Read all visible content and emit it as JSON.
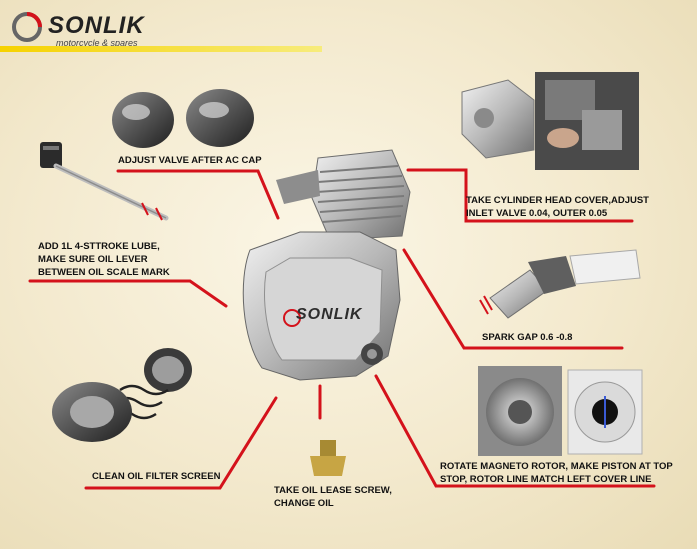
{
  "brand": {
    "name": "SONLIK",
    "tagline": "motorcycle & spares",
    "engine_case_text": "SONLIK"
  },
  "colors": {
    "accent_line": "#d4121b",
    "top_bar": "#f6d200",
    "background": "#f5ecd3"
  },
  "annotations": [
    {
      "id": "valve",
      "text": "ADJUST VALVE AFTER AC CAP"
    },
    {
      "id": "head",
      "text": "TAKE CYLINDER HEAD COVER,ADJUST\nINLET VALVE 0.04, OUTER 0.05"
    },
    {
      "id": "oil",
      "text": "ADD 1L 4-STTROKE  LUBE,\nMAKE SURE OIL LEVER\nBETWEEN OIL  SCALE MARK"
    },
    {
      "id": "spark",
      "text": "SPARK GAP 0.6 -0.8"
    },
    {
      "id": "filter",
      "text": "CLEAN OIL FILTER SCREEN"
    },
    {
      "id": "screw",
      "text": "TAKE  OIL LEASE SCREW,\nCHANGE OIL"
    },
    {
      "id": "rotor",
      "text": "ROTATE MAGNETO ROTOR, MAKE PISTON AT TOP\nSTOP, ROTOR LINE MATCH LEFT COVER LINE"
    }
  ],
  "icons": [
    "sonlik-logo-icon",
    "valve-cap-icon",
    "dipstick-icon",
    "cylinder-head-icon",
    "spark-plug-icon",
    "oil-filter-icon",
    "drain-screw-icon",
    "magneto-rotor-icon",
    "engine-icon"
  ]
}
